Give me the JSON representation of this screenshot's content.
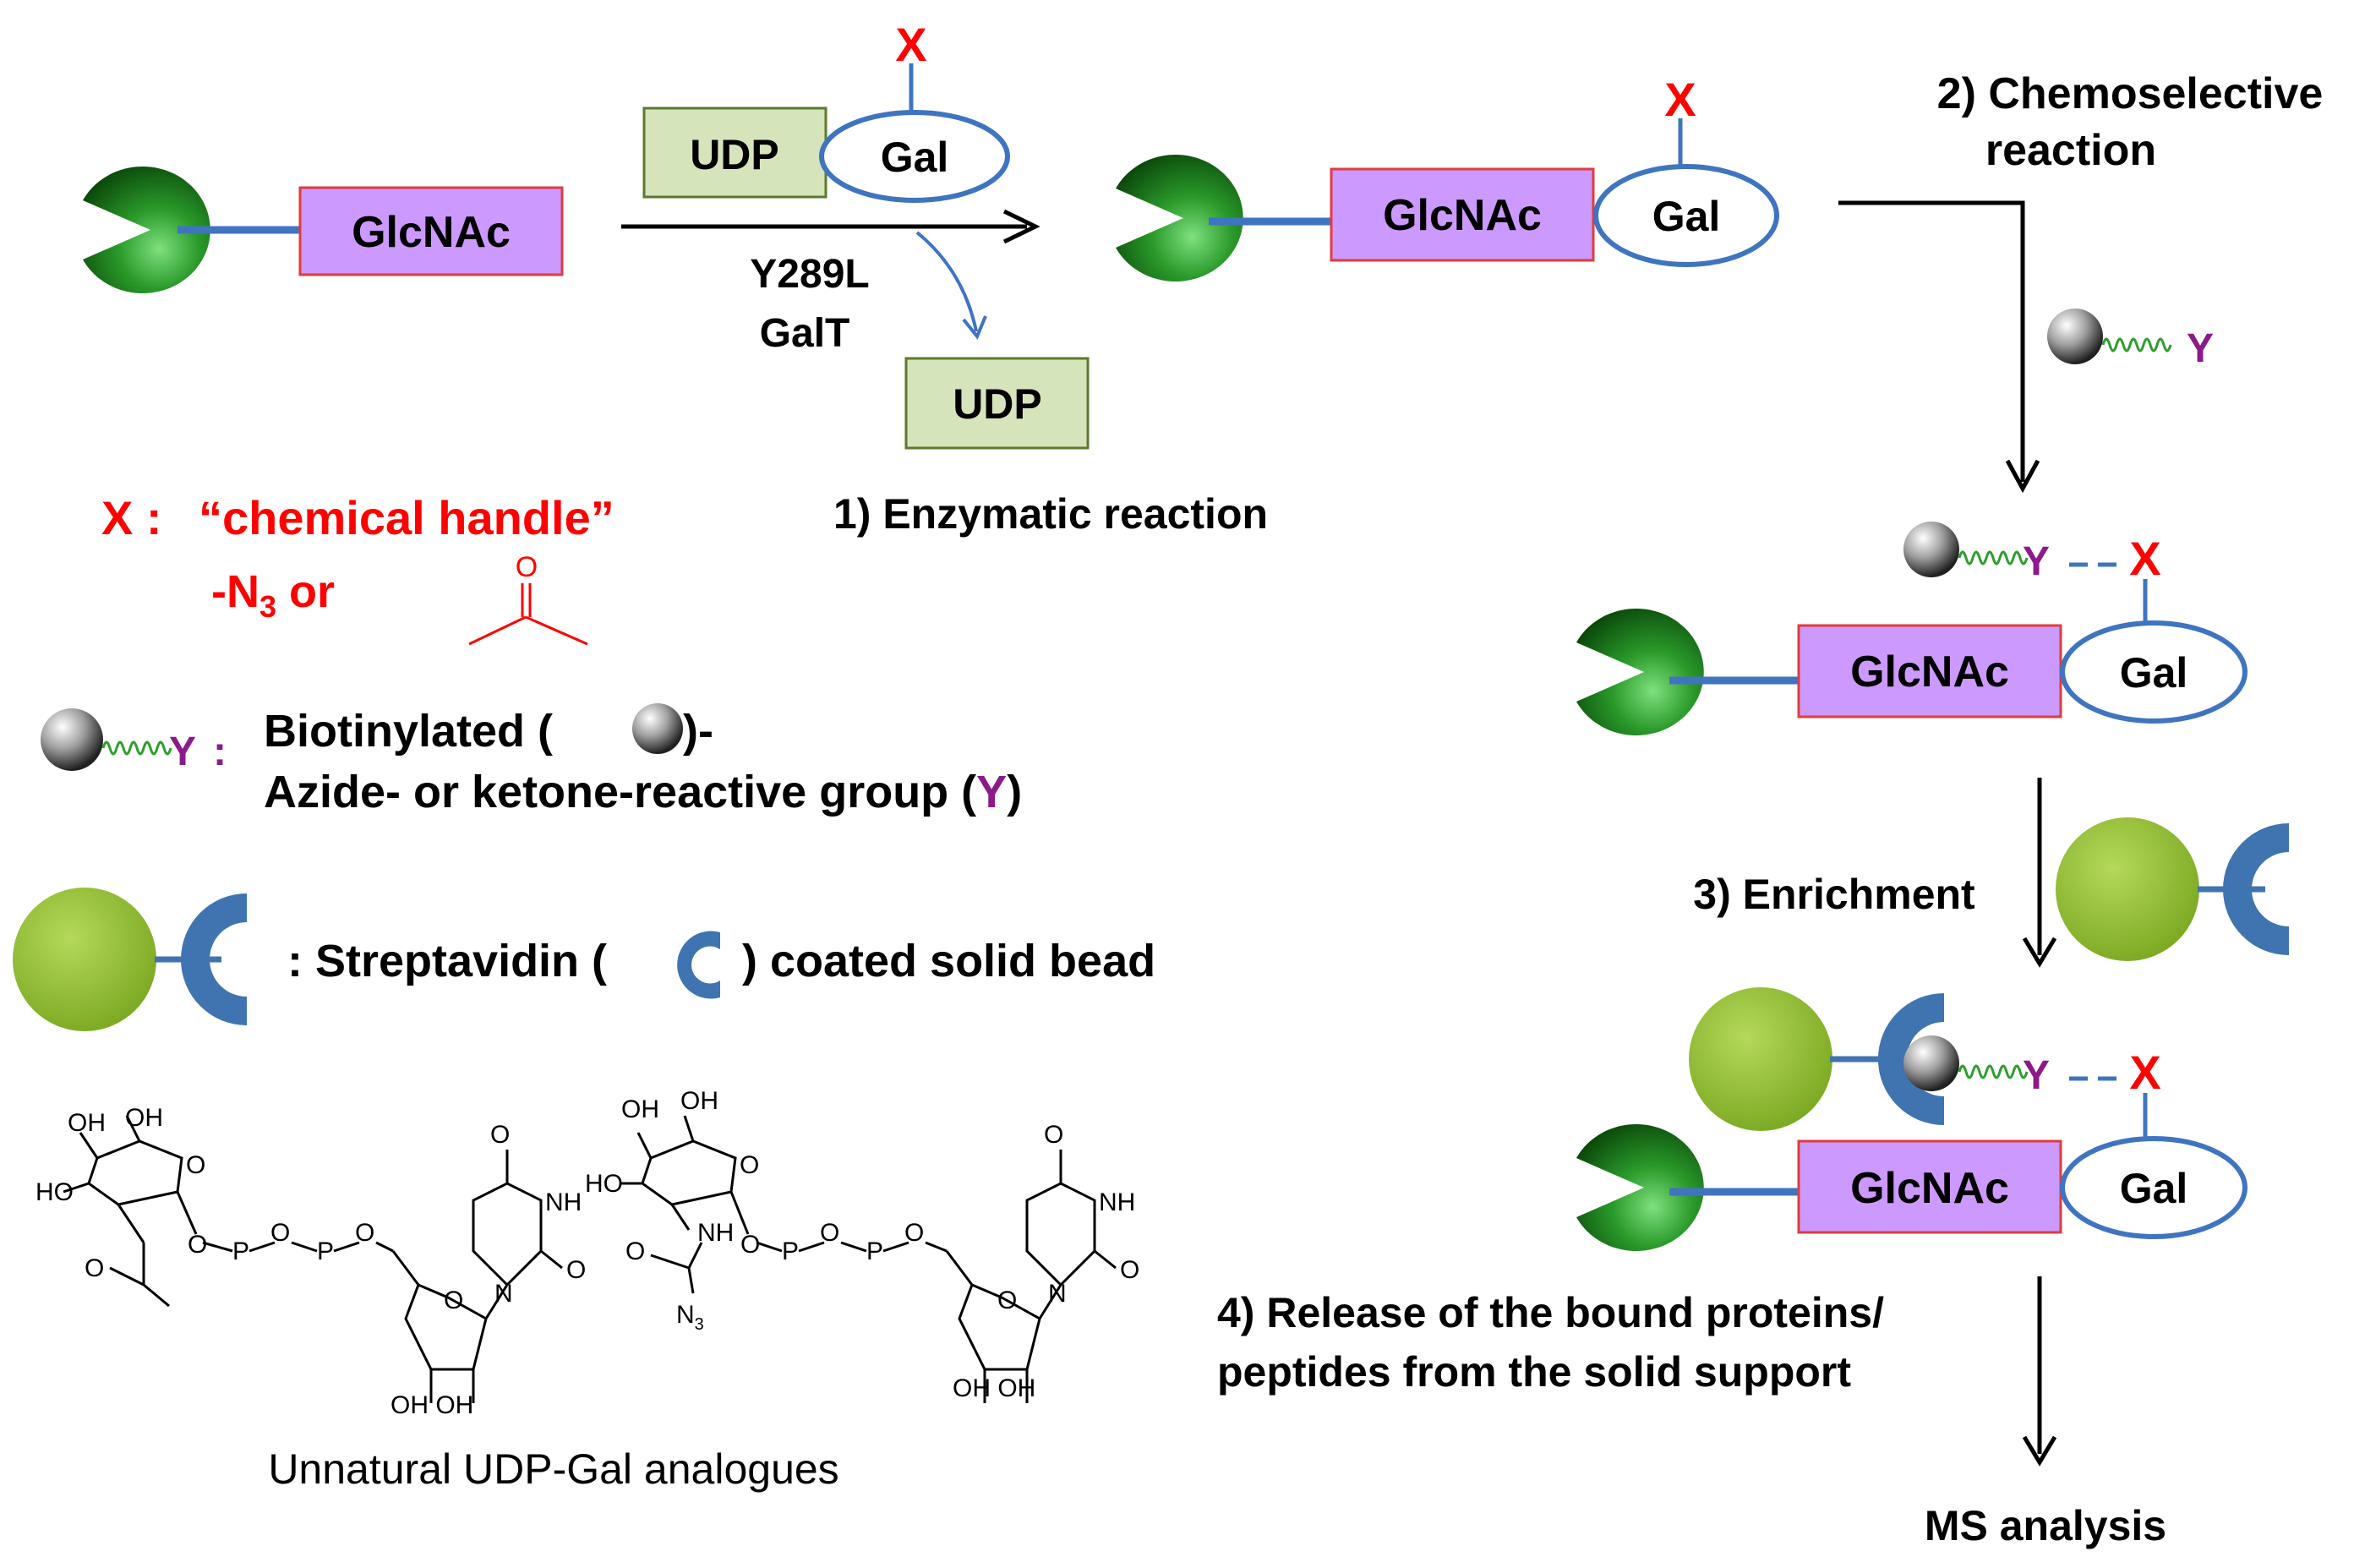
{
  "labels": {
    "glcnac": "GlcNAc",
    "gal": "Gal",
    "udp": "UDP",
    "x": "X",
    "y": "Y",
    "enzyme_line1": "Y289L",
    "enzyme_line2": "GalT",
    "step1": "1) Enzymatic reaction",
    "step2_line1": "2) Chemoselective",
    "step2_line2": "reaction",
    "step3": "3) Enrichment",
    "step4_line1": "4) Release of the bound proteins/",
    "step4_line2": "peptides from the solid support",
    "ms_analysis": "MS analysis"
  },
  "legend": {
    "x_prefix": "X :",
    "x_text": "“chemical handle”",
    "n3_prefix": "-N",
    "n3_sub": "3",
    "n3_suffix": " or",
    "ketone_o": "O",
    "y_colon": ":",
    "biotin_line1_a": "Biotinylated (",
    "biotin_line1_b": ")-",
    "biotin_line2_a": "Azide- or ketone-reactive group (",
    "biotin_line2_y": "Y",
    "biotin_line2_b": ")",
    "strep_a": ": Streptavidin (",
    "strep_b": ") coated solid bead"
  },
  "structures": {
    "caption": "Unnatural UDP-Gal analogues",
    "ohoh": "OH",
    "oh": "OH",
    "ho": "HO",
    "nh": "NH",
    "o": "O",
    "p": "P",
    "minus": "−",
    "n": "N",
    "n3": "N",
    "n3_sub": "3",
    "ohoh_bottom": "OH OH"
  },
  "colors": {
    "glcnac_fill": "#cc99ff",
    "glcnac_border": "#e03c3c",
    "udp_fill": "#d6e4bc",
    "udp_border": "#5b7a2e",
    "connector": "#3f74c0",
    "handle_red": "#ff0000",
    "y_purple": "#8b1a8b",
    "spring_green": "#2e9e2e",
    "bead_green": "#8fbf2f",
    "strep_blue": "#3f74b0",
    "pacman_green": "#1e7d1e"
  }
}
